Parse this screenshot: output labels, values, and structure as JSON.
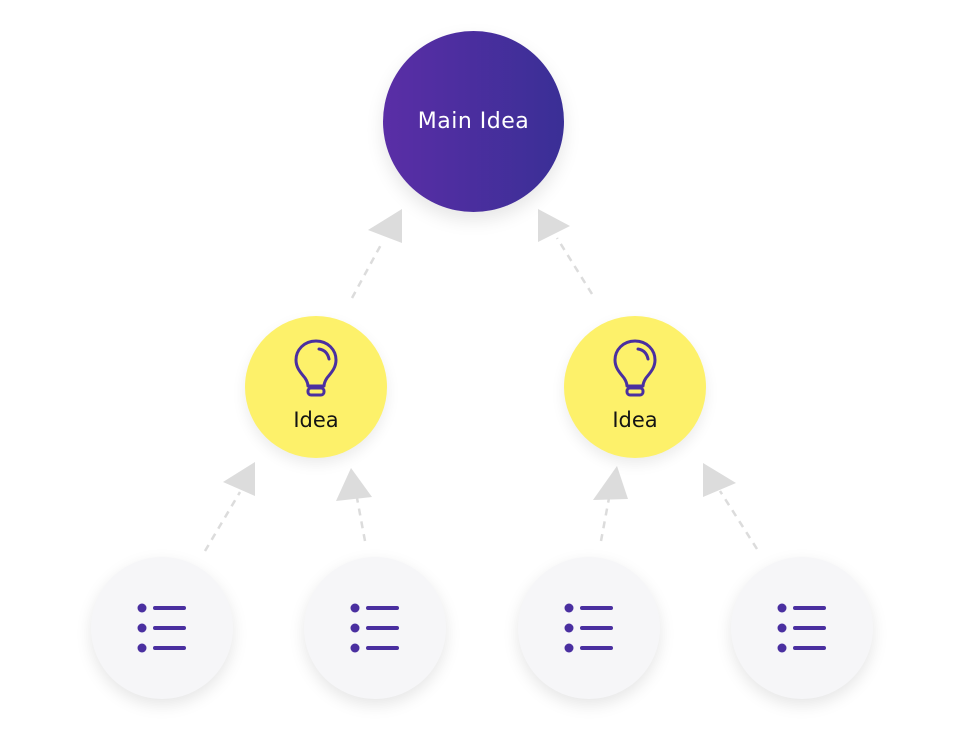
{
  "main_idea": {
    "label": "Main Idea"
  },
  "ideas": [
    {
      "label": "Idea",
      "icon": "lightbulb-icon"
    },
    {
      "label": "Idea",
      "icon": "lightbulb-icon"
    }
  ],
  "details": [
    {
      "icon": "list-icon"
    },
    {
      "icon": "list-icon"
    },
    {
      "icon": "list-icon"
    },
    {
      "icon": "list-icon"
    }
  ],
  "colors": {
    "main_gradient_start": "#5a2ea6",
    "main_gradient_end": "#3a2f96",
    "idea_fill": "#fdf16a",
    "detail_fill": "#f6f6f8",
    "icon_purple": "#4a2fa0",
    "arrow_gray": "#dcdcdc"
  }
}
